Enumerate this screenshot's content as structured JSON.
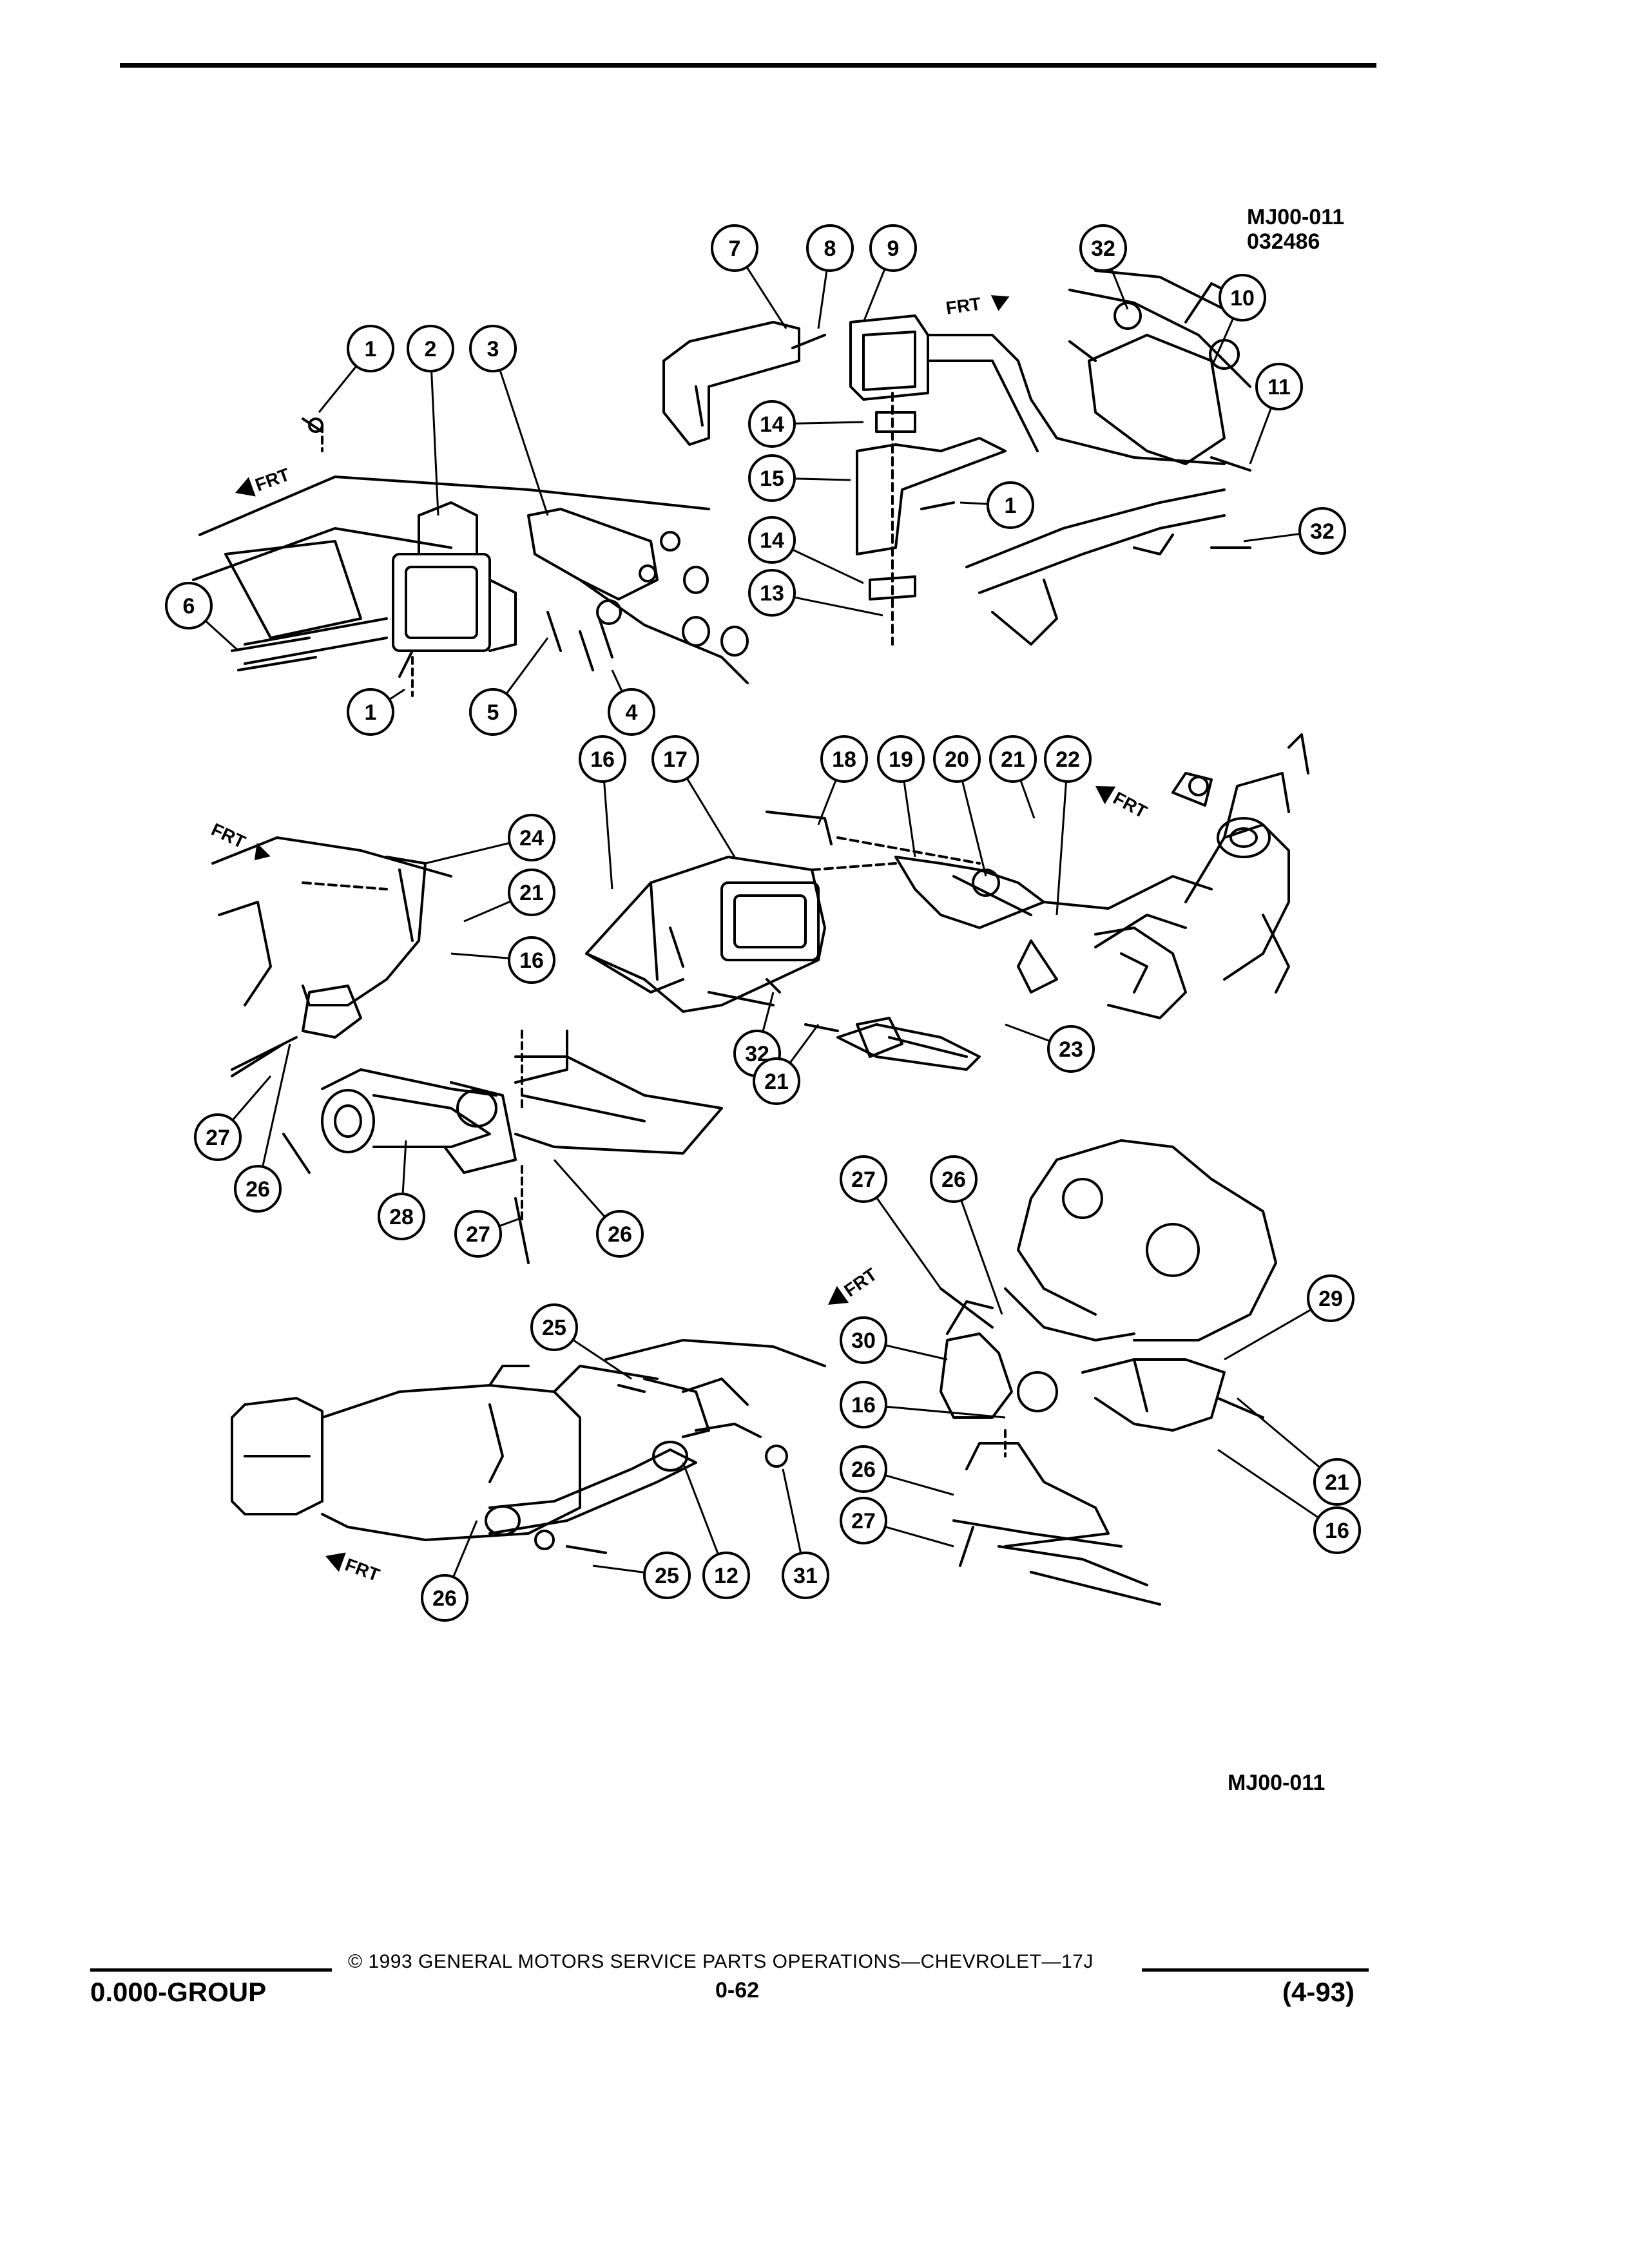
{
  "header": {
    "illustration_code": "MJ00-011",
    "illustration_date": "032486"
  },
  "diagram": {
    "callouts": [
      "1",
      "2",
      "3",
      "4",
      "5",
      "6",
      "7",
      "8",
      "9",
      "10",
      "11",
      "12",
      "13",
      "14",
      "15",
      "16",
      "17",
      "18",
      "19",
      "20",
      "21",
      "22",
      "23",
      "24",
      "25",
      "26",
      "27",
      "28",
      "29",
      "30",
      "31",
      "32"
    ],
    "direction_label": "FRT"
  },
  "footer": {
    "illustration_code": "MJ00-011",
    "copyright": "© 1993 GENERAL MOTORS SERVICE PARTS OPERATIONS—CHEVROLET—17J",
    "group": "0.000-GROUP",
    "page": "0-62",
    "date": "(4-93)"
  }
}
